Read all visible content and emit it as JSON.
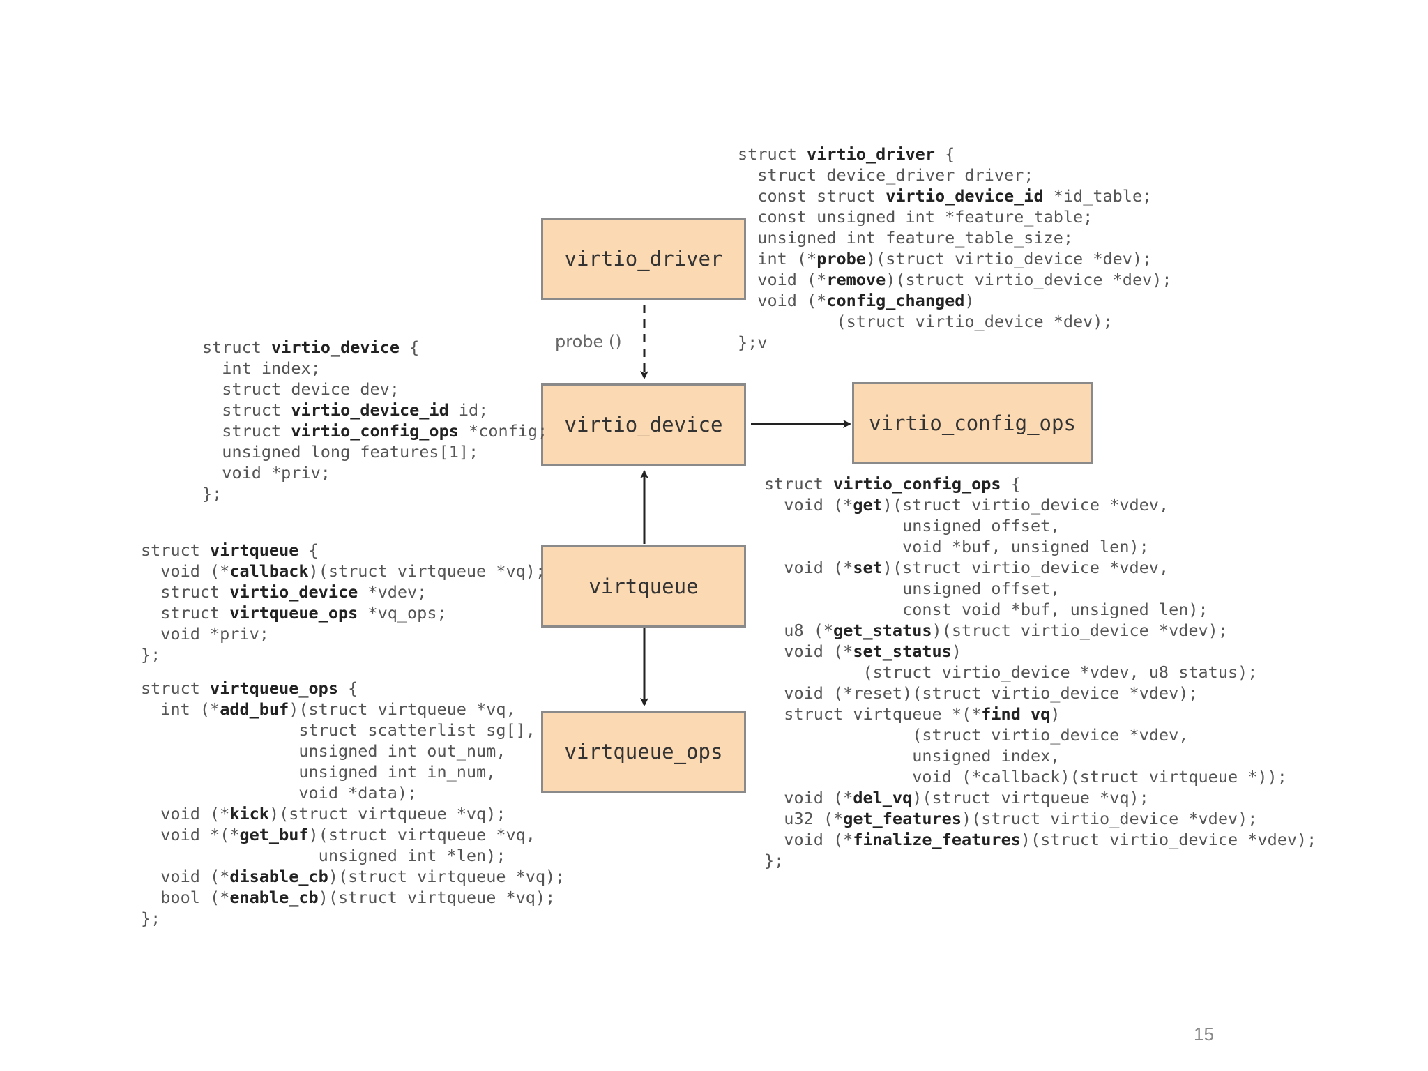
{
  "boxes": {
    "virtio_driver": "virtio_driver",
    "virtio_device": "virtio_device",
    "virtio_config_ops": "virtio_config_ops",
    "virtqueue": "virtqueue",
    "virtqueue_ops": "virtqueue_ops"
  },
  "edges": {
    "probe_label": "probe ()",
    "driver_to_device": "dashed arrow",
    "device_to_config_ops": "solid arrow",
    "virtqueue_to_device": "solid arrow",
    "virtqueue_to_ops": "solid arrow"
  },
  "code_blocks": {
    "virtio_driver": [
      [
        {
          "t": "struct "
        },
        {
          "t": "virtio_driver",
          "b": true
        },
        {
          "t": " {"
        }
      ],
      [
        {
          "t": "  struct device_driver driver;"
        }
      ],
      [
        {
          "t": "  const struct "
        },
        {
          "t": "virtio_device_id",
          "b": true
        },
        {
          "t": " *id_table;"
        }
      ],
      [
        {
          "t": "  const unsigned int *feature_table;"
        }
      ],
      [
        {
          "t": "  unsigned int feature_table_size;"
        }
      ],
      [
        {
          "t": "  int (*"
        },
        {
          "t": "probe",
          "b": true
        },
        {
          "t": ")(struct virtio_device *dev);"
        }
      ],
      [
        {
          "t": "  void (*"
        },
        {
          "t": "remove",
          "b": true
        },
        {
          "t": ")(struct virtio_device *dev);"
        }
      ],
      [
        {
          "t": "  void (*"
        },
        {
          "t": "config_changed",
          "b": true
        },
        {
          "t": ")"
        }
      ],
      [
        {
          "t": "          (struct virtio_device *dev);"
        }
      ],
      [
        {
          "t": "};v"
        }
      ]
    ],
    "virtio_device": [
      [
        {
          "t": "struct "
        },
        {
          "t": "virtio_device",
          "b": true
        },
        {
          "t": " {"
        }
      ],
      [
        {
          "t": "  int index;"
        }
      ],
      [
        {
          "t": "  struct device dev;"
        }
      ],
      [
        {
          "t": "  struct "
        },
        {
          "t": "virtio_device_id",
          "b": true
        },
        {
          "t": " id;"
        }
      ],
      [
        {
          "t": "  struct "
        },
        {
          "t": "virtio_config_ops",
          "b": true
        },
        {
          "t": " *config;"
        }
      ],
      [
        {
          "t": "  unsigned long features[1];"
        }
      ],
      [
        {
          "t": "  void *priv;"
        }
      ],
      [
        {
          "t": "};"
        }
      ]
    ],
    "virtqueue": [
      [
        {
          "t": "struct "
        },
        {
          "t": "virtqueue",
          "b": true
        },
        {
          "t": " {"
        }
      ],
      [
        {
          "t": "  void (*"
        },
        {
          "t": "callback",
          "b": true
        },
        {
          "t": ")(struct virtqueue *vq);"
        }
      ],
      [
        {
          "t": "  struct "
        },
        {
          "t": "virtio_device",
          "b": true
        },
        {
          "t": " *vdev;"
        }
      ],
      [
        {
          "t": "  struct "
        },
        {
          "t": "virtqueue_ops",
          "b": true
        },
        {
          "t": " *vq_ops;"
        }
      ],
      [
        {
          "t": "  void *priv;"
        }
      ],
      [
        {
          "t": "};"
        }
      ]
    ],
    "virtqueue_ops": [
      [
        {
          "t": "struct "
        },
        {
          "t": "virtqueue_ops",
          "b": true
        },
        {
          "t": " {"
        }
      ],
      [
        {
          "t": "  int (*"
        },
        {
          "t": "add_buf",
          "b": true
        },
        {
          "t": ")(struct virtqueue *vq,"
        }
      ],
      [
        {
          "t": "                struct scatterlist sg[],"
        }
      ],
      [
        {
          "t": "                unsigned int out_num,"
        }
      ],
      [
        {
          "t": "                unsigned int in_num,"
        }
      ],
      [
        {
          "t": "                void *data);"
        }
      ],
      [
        {
          "t": "  void (*"
        },
        {
          "t": "kick",
          "b": true
        },
        {
          "t": ")(struct virtqueue *vq);"
        }
      ],
      [
        {
          "t": "  void *(*"
        },
        {
          "t": "get_buf",
          "b": true
        },
        {
          "t": ")(struct virtqueue *vq,"
        }
      ],
      [
        {
          "t": "                  unsigned int *len);"
        }
      ],
      [
        {
          "t": "  void (*"
        },
        {
          "t": "disable_cb",
          "b": true
        },
        {
          "t": ")(struct virtqueue *vq);"
        }
      ],
      [
        {
          "t": "  bool (*"
        },
        {
          "t": "enable_cb",
          "b": true
        },
        {
          "t": ")(struct virtqueue *vq);"
        }
      ],
      [
        {
          "t": "};"
        }
      ]
    ],
    "virtio_config_ops": [
      [
        {
          "t": "struct "
        },
        {
          "t": "virtio_config_ops",
          "b": true
        },
        {
          "t": " {"
        }
      ],
      [
        {
          "t": "  void (*"
        },
        {
          "t": "get",
          "b": true
        },
        {
          "t": ")(struct virtio_device *vdev,"
        }
      ],
      [
        {
          "t": "              unsigned offset,"
        }
      ],
      [
        {
          "t": "              void *buf, unsigned len);"
        }
      ],
      [
        {
          "t": "  void (*"
        },
        {
          "t": "set",
          "b": true
        },
        {
          "t": ")(struct virtio_device *vdev,"
        }
      ],
      [
        {
          "t": "              unsigned offset,"
        }
      ],
      [
        {
          "t": "              const void *buf, unsigned len);"
        }
      ],
      [
        {
          "t": "  u8 (*"
        },
        {
          "t": "get_status",
          "b": true
        },
        {
          "t": ")(struct virtio_device *vdev);"
        }
      ],
      [
        {
          "t": "  void (*"
        },
        {
          "t": "set_status",
          "b": true
        },
        {
          "t": ")"
        }
      ],
      [
        {
          "t": "          (struct virtio_device *vdev, u8 status);"
        }
      ],
      [
        {
          "t": "  void (*reset)(struct virtio_device *vdev);"
        }
      ],
      [
        {
          "t": "  struct virtqueue *(*"
        },
        {
          "t": "find vq",
          "b": true
        },
        {
          "t": ")"
        }
      ],
      [
        {
          "t": "               (struct virtio_device *vdev,"
        }
      ],
      [
        {
          "t": "               unsigned index,"
        }
      ],
      [
        {
          "t": "               void (*callback)(struct virtqueue *));"
        }
      ],
      [
        {
          "t": "  void (*"
        },
        {
          "t": "del_vq",
          "b": true
        },
        {
          "t": ")(struct virtqueue *vq);"
        }
      ],
      [
        {
          "t": "  u32 (*"
        },
        {
          "t": "get_features",
          "b": true
        },
        {
          "t": ")(struct virtio_device *vdev);"
        }
      ],
      [
        {
          "t": "  void (*"
        },
        {
          "t": "finalize_features",
          "b": true
        },
        {
          "t": ")(struct virtio_device *vdev);"
        }
      ],
      [
        {
          "t": "};"
        }
      ]
    ]
  },
  "page_number": "15",
  "colors": {
    "box_fill": "#fbd9b2",
    "box_border": "#8a8a8a",
    "arrow": "#222222"
  }
}
